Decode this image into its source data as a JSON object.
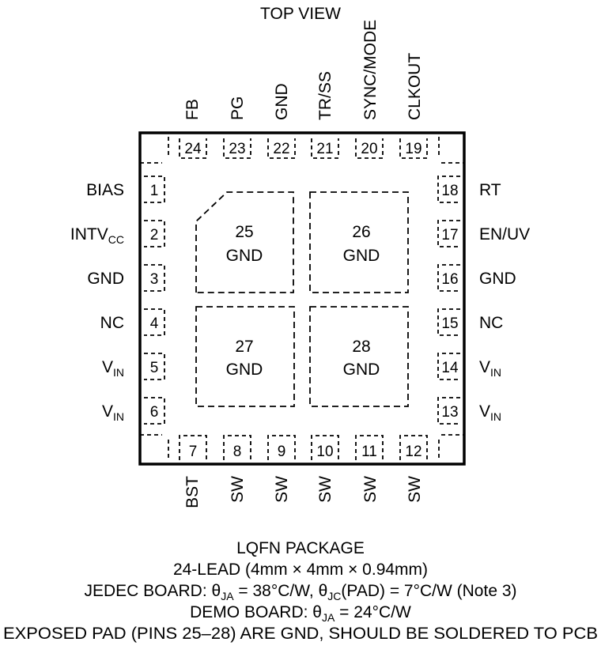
{
  "header": {
    "top_view": "TOP VIEW"
  },
  "pins": {
    "top": [
      {
        "num": "24",
        "name": "FB"
      },
      {
        "num": "23",
        "name": "PG"
      },
      {
        "num": "22",
        "name": "GND"
      },
      {
        "num": "21",
        "name": "TR/SS"
      },
      {
        "num": "20",
        "name": "SYNC/MODE"
      },
      {
        "num": "19",
        "name": "CLKOUT"
      }
    ],
    "left": [
      {
        "num": "1",
        "name": "BIAS",
        "sub": ""
      },
      {
        "num": "2",
        "name": "INTV",
        "sub": "CC"
      },
      {
        "num": "3",
        "name": "GND",
        "sub": ""
      },
      {
        "num": "4",
        "name": "NC",
        "sub": ""
      },
      {
        "num": "5",
        "name": "V",
        "sub": "IN"
      },
      {
        "num": "6",
        "name": "V",
        "sub": "IN"
      }
    ],
    "right": [
      {
        "num": "18",
        "name": "RT",
        "sub": ""
      },
      {
        "num": "17",
        "name": "EN/UV",
        "sub": ""
      },
      {
        "num": "16",
        "name": "GND",
        "sub": ""
      },
      {
        "num": "15",
        "name": "NC",
        "sub": ""
      },
      {
        "num": "14",
        "name": "V",
        "sub": "IN"
      },
      {
        "num": "13",
        "name": "V",
        "sub": "IN"
      }
    ],
    "bottom": [
      {
        "num": "7",
        "name": "BST"
      },
      {
        "num": "8",
        "name": "SW"
      },
      {
        "num": "9",
        "name": "SW"
      },
      {
        "num": "10",
        "name": "SW"
      },
      {
        "num": "11",
        "name": "SW"
      },
      {
        "num": "12",
        "name": "SW"
      }
    ]
  },
  "pads": [
    {
      "num": "25",
      "name": "GND"
    },
    {
      "num": "26",
      "name": "GND"
    },
    {
      "num": "27",
      "name": "GND"
    },
    {
      "num": "28",
      "name": "GND"
    }
  ],
  "caption": {
    "package": "LQFN PACKAGE",
    "lead": "24-LEAD (4mm × 4mm × 0.94mm)",
    "jedec_a": "JEDEC BOARD: θ",
    "jedec_a_sub": "JA",
    "jedec_b": " = 38°C/W, θ",
    "jedec_b_sub": "JC",
    "jedec_c": "(PAD) = 7°C/W (Note 3)",
    "demo_a": "DEMO BOARD: θ",
    "demo_a_sub": "JA",
    "demo_b": " = 24°C/W",
    "exposed": "EXPOSED PAD (PINS 25–28) ARE GND, SHOULD BE SOLDERED TO PCB"
  }
}
